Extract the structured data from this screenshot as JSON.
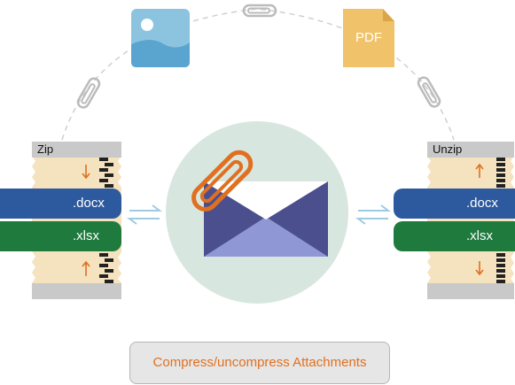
{
  "left_panel": {
    "header": "Zip",
    "files": [
      ".docx",
      ".xlsx"
    ]
  },
  "right_panel": {
    "header": "Unzip",
    "files": [
      ".docx",
      ".xlsx"
    ]
  },
  "pdf_icon": {
    "label": "PDF"
  },
  "caption": "Compress/uncompress Attachments",
  "colors": {
    "docx": "#2d5a9e",
    "xlsx": "#1f7a3d",
    "paper": "#f5e2bf",
    "header": "#c9c9c9",
    "accent": "#e07020",
    "envelope_dark": "#4b4f8e",
    "envelope_light": "#8f98d4",
    "circle": "#d7e7e0"
  },
  "icons": [
    "image-icon",
    "pdf-icon",
    "paperclip-icon",
    "envelope-icon",
    "swap-arrows-icon",
    "zipper-icon"
  ]
}
